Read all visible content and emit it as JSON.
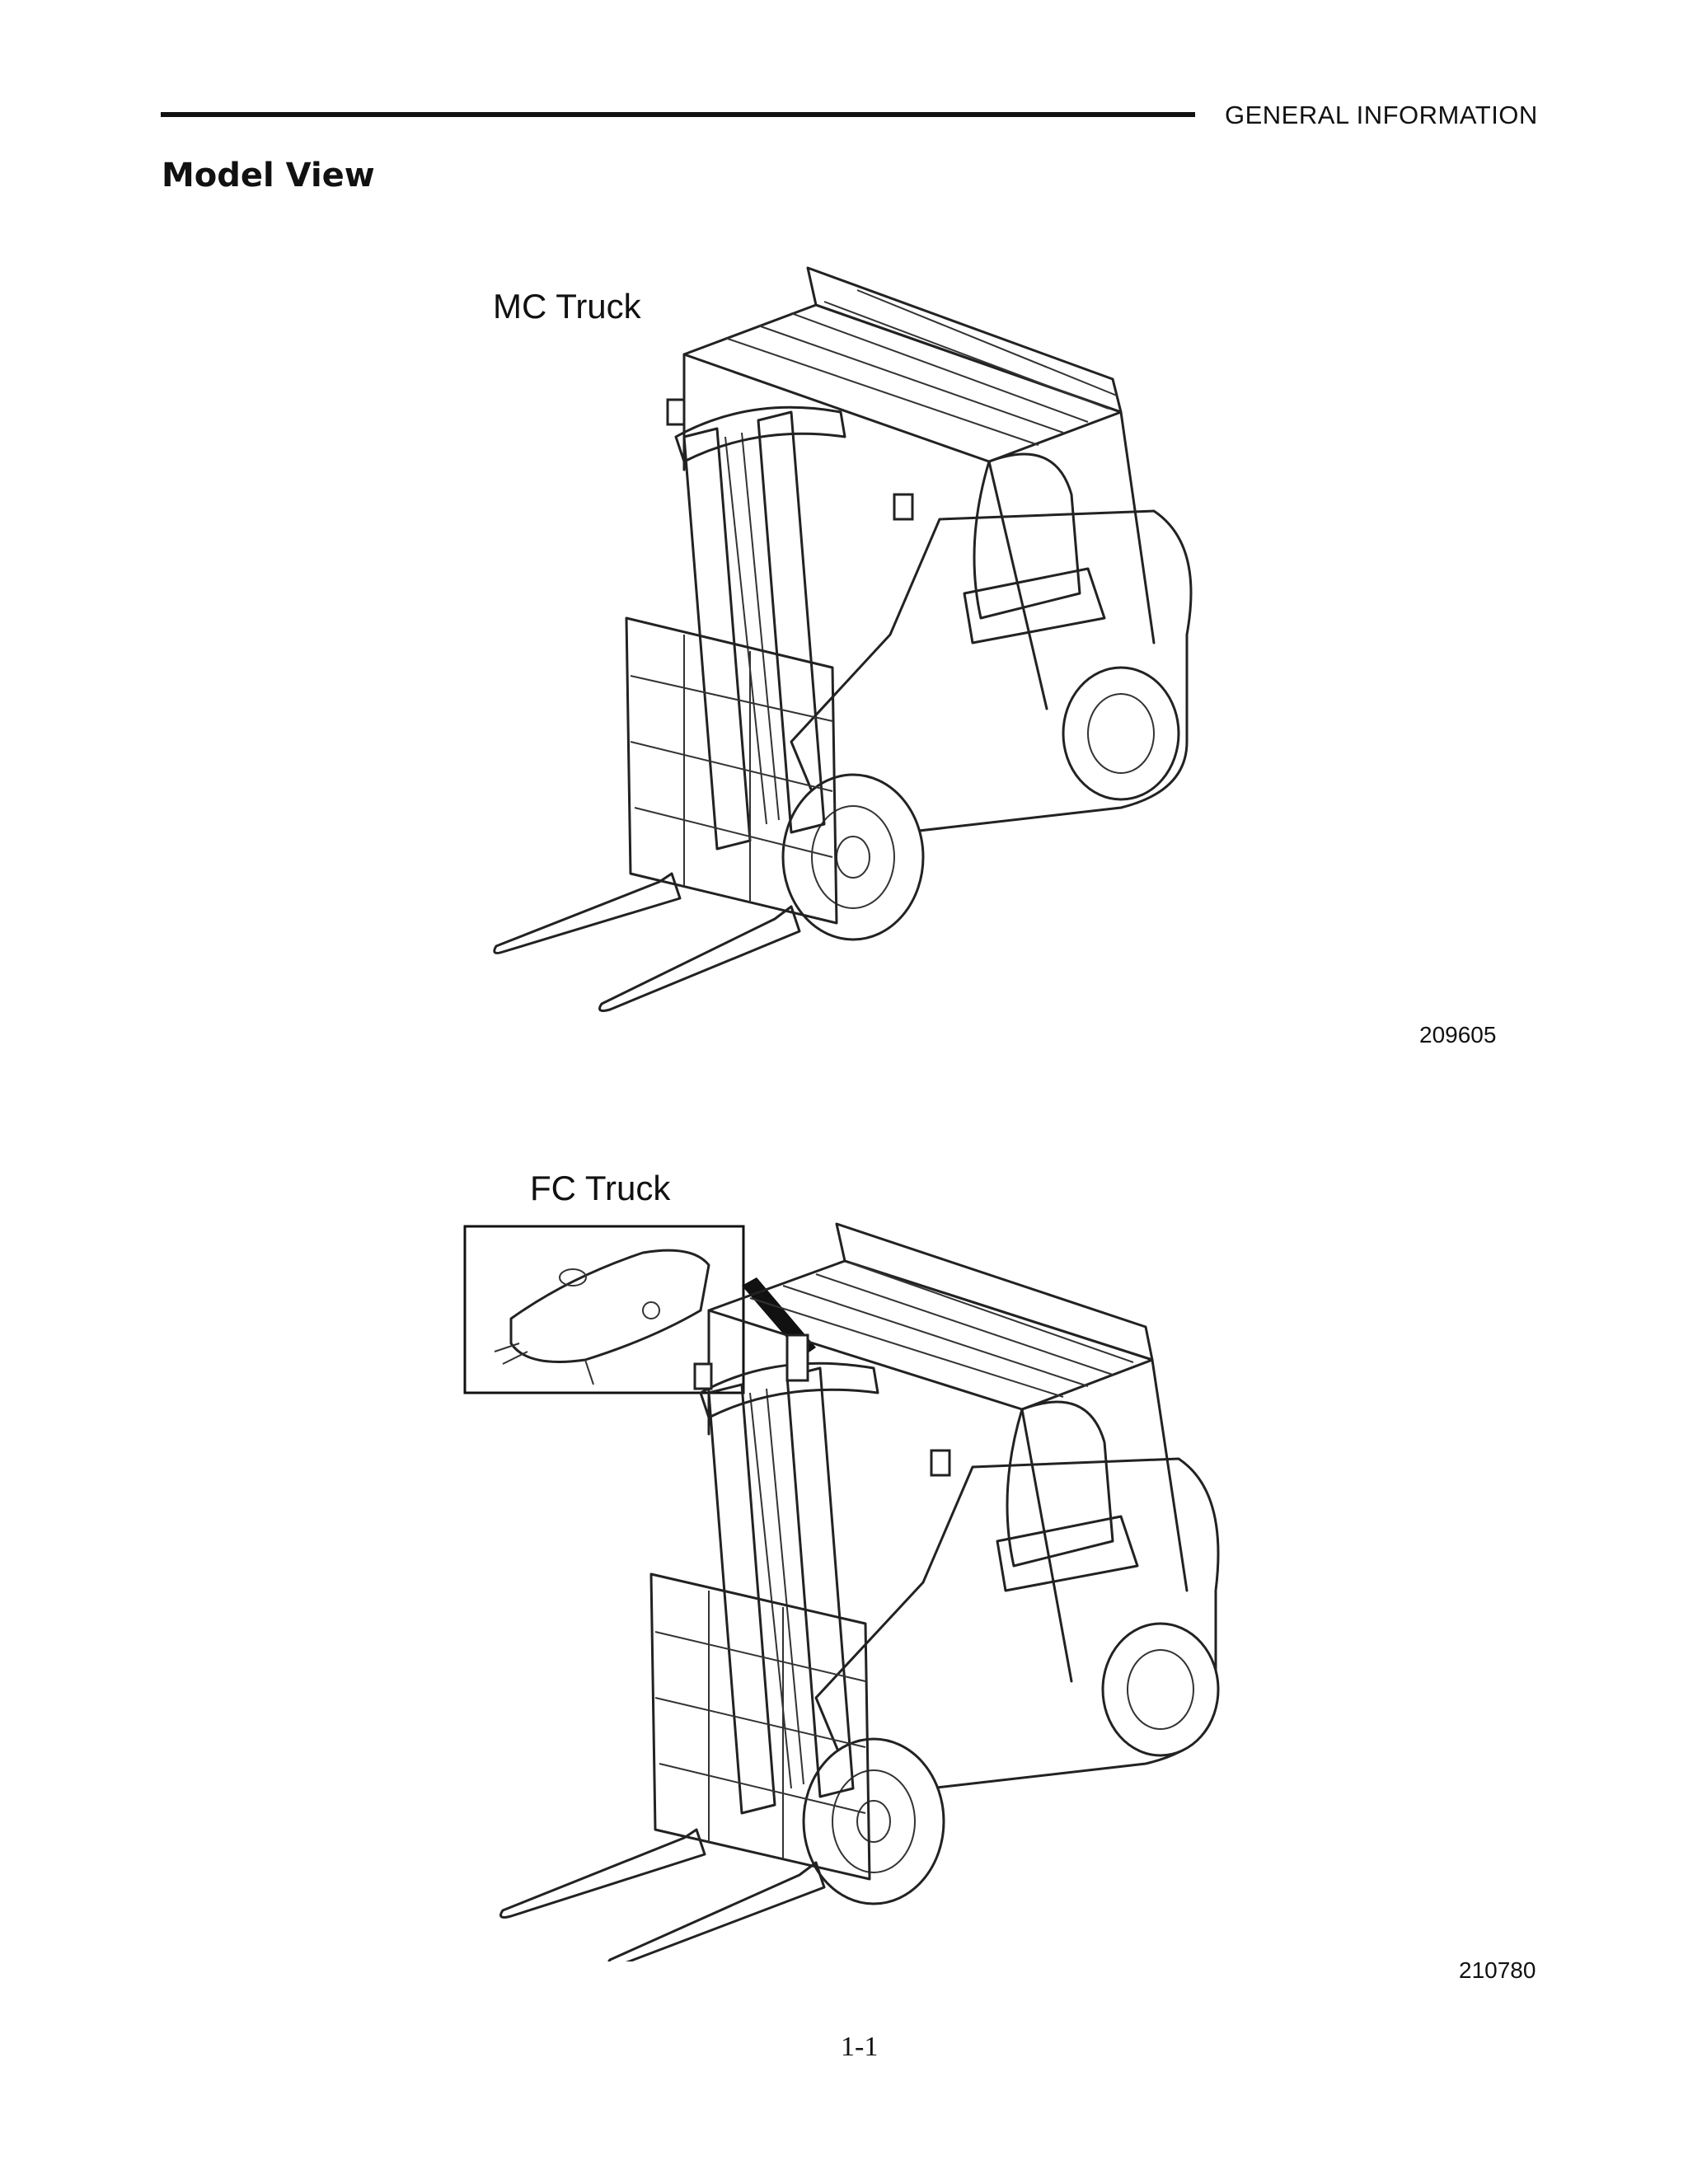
{
  "header": {
    "section": "GENERAL  INFORMATION"
  },
  "page": {
    "title": "Model View",
    "number": "1-1"
  },
  "figures": [
    {
      "label": "MC Truck",
      "number": "209605",
      "icon": "forklift-illustration"
    },
    {
      "label": "FC Truck",
      "number": "210780",
      "icon": "forklift-illustration-with-detail-inset"
    }
  ]
}
